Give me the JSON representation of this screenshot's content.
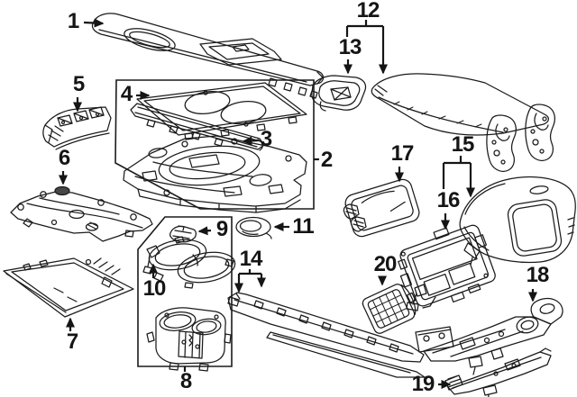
{
  "diagram": {
    "kind": "exploded-parts-diagram",
    "background_color": "#ffffff",
    "line_color": "#1b1b1b",
    "grommet_fill_color": "#474747",
    "callout_count": 20
  },
  "callouts": {
    "n1": "1",
    "n2": "2",
    "n3": "3",
    "n4": "4",
    "n5": "5",
    "n6": "6",
    "n7": "7",
    "n8": "8",
    "n9": "9",
    "n10": "10",
    "n11": "11",
    "n12": "12",
    "n13": "13",
    "n14": "14",
    "n15": "15",
    "n16": "16",
    "n17": "17",
    "n18": "18",
    "n19": "19",
    "n20": "20"
  },
  "assembly_boxes": [
    {
      "callout": "2",
      "contains_callouts": [
        "3",
        "4"
      ]
    },
    {
      "callout": "8",
      "contains_callouts": [
        "9",
        "10"
      ]
    }
  ],
  "bracket_callouts": [
    {
      "callout": "12",
      "branches": 2,
      "child_callout": "13"
    },
    {
      "callout": "14",
      "branches": 2
    },
    {
      "callout": "15",
      "branches": 2,
      "child_callout": "16"
    }
  ]
}
